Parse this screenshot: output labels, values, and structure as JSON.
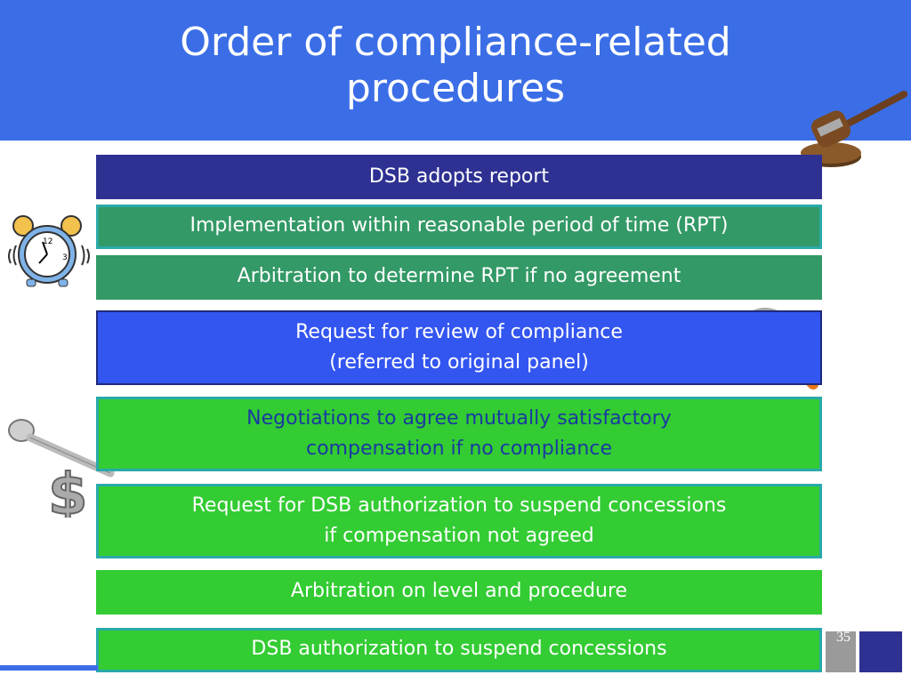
{
  "slide": {
    "title_line1": "Order of compliance-related",
    "title_line2": "procedures",
    "page_number": "35"
  },
  "steps": [
    {
      "line1": "DSB adopts report"
    },
    {
      "line1": "Implementation within reasonable period of time (RPT)"
    },
    {
      "line1": "Arbitration to determine RPT if no agreement"
    },
    {
      "line1": "Request for review of compliance",
      "line2": "(referred to original panel)"
    },
    {
      "line1": "Negotiations to agree mutually satisfactory",
      "line2": "compensation if no compliance"
    },
    {
      "line1": "Request for DSB authorization to suspend concessions",
      "line2": "if compensation not agreed"
    },
    {
      "line1": "Arbitration on level and procedure"
    },
    {
      "line1": "DSB authorization to suspend concessions"
    }
  ],
  "icons": [
    "gavel-icon",
    "alarm-clock-icon",
    "magnifying-glass-icon",
    "dollar-key-icon"
  ],
  "colors": {
    "header": "#3b6ee6",
    "dark_blue": "#2e3192",
    "teal_green": "#339966",
    "bright_blue": "#3355f0",
    "bright_green": "#33cc33"
  }
}
